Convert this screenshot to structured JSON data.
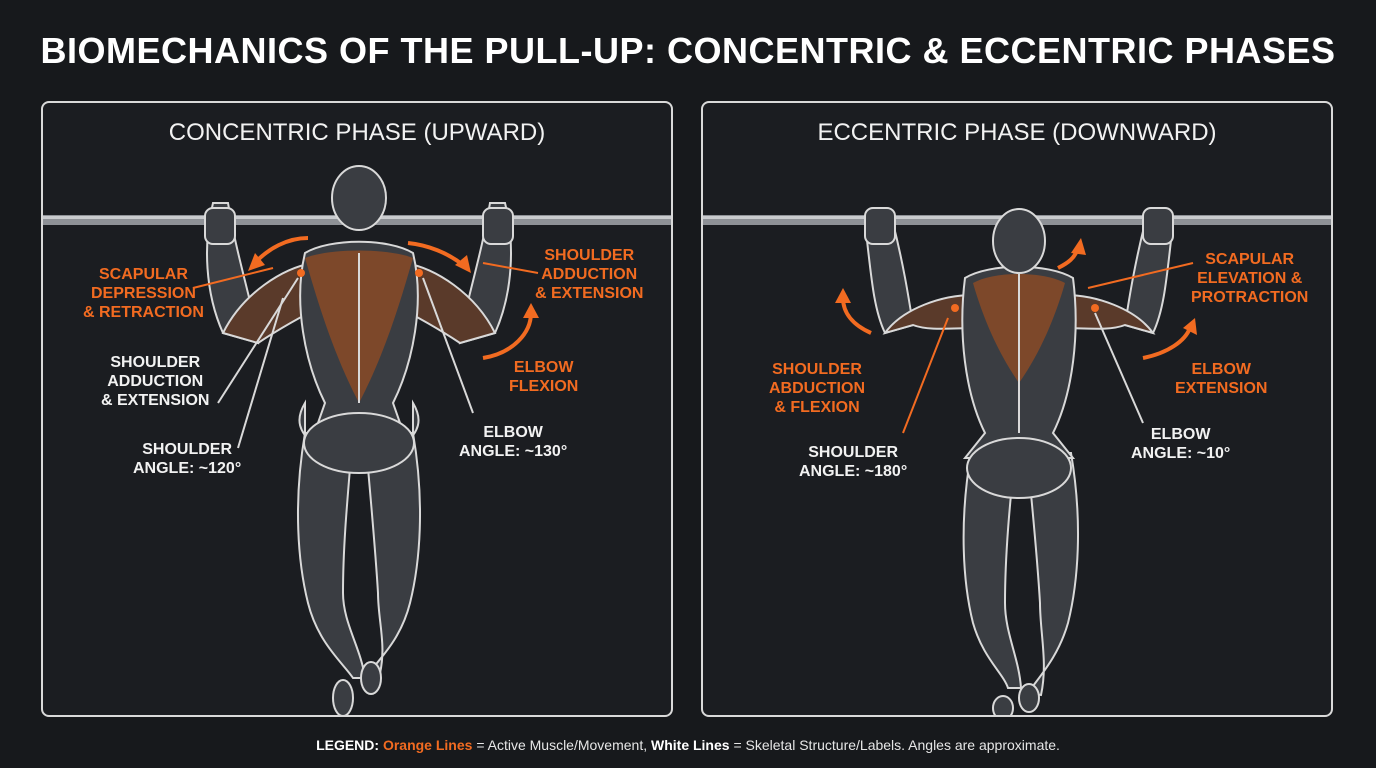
{
  "title": "BIOMECHANICS OF THE PULL-UP: CONCENTRIC & ECCENTRIC PHASES",
  "colors": {
    "accent": "#f26b21",
    "background": "#17191c",
    "line": "#d9d9d9",
    "body": "#3a3d42"
  },
  "panels": {
    "concentric": {
      "title": "CONCENTRIC PHASE (UPWARD)",
      "labels": {
        "scapular": [
          "SCAPULAR",
          "DEPRESSION",
          "& RETRACTION"
        ],
        "shoulder_right": [
          "SHOULDER",
          "ADDUCTION",
          "& EXTENSION"
        ],
        "shoulder_left": [
          "SHOULDER",
          "ADDUCTION",
          "& EXTENSION"
        ],
        "elbow_motion": [
          "ELBOW",
          "FLEXION"
        ],
        "shoulder_angle": [
          "SHOULDER",
          "ANGLE: ~120°"
        ],
        "elbow_angle": [
          "ELBOW",
          "ANGLE: ~130°"
        ]
      }
    },
    "eccentric": {
      "title": "ECCENTRIC PHASE (DOWNWARD)",
      "labels": {
        "scapular": [
          "SCAPULAR",
          "ELEVATION &",
          "PROTRACTION"
        ],
        "shoulder_motion": [
          "SHOULDER",
          "ABDUCTION",
          "& FLEXION"
        ],
        "elbow_motion": [
          "ELBOW",
          "EXTENSION"
        ],
        "shoulder_angle": [
          "SHOULDER",
          "ANGLE: ~180°"
        ],
        "elbow_angle": [
          "ELBOW",
          "ANGLE: ~10°"
        ]
      }
    }
  },
  "legend": {
    "prefix": "LEGEND:",
    "orange_term": "Orange Lines",
    "orange_desc": "= Active Muscle/Movement,",
    "white_term": "White Lines",
    "white_desc": "= Skeletal Structure/Labels. Angles are approximate."
  }
}
